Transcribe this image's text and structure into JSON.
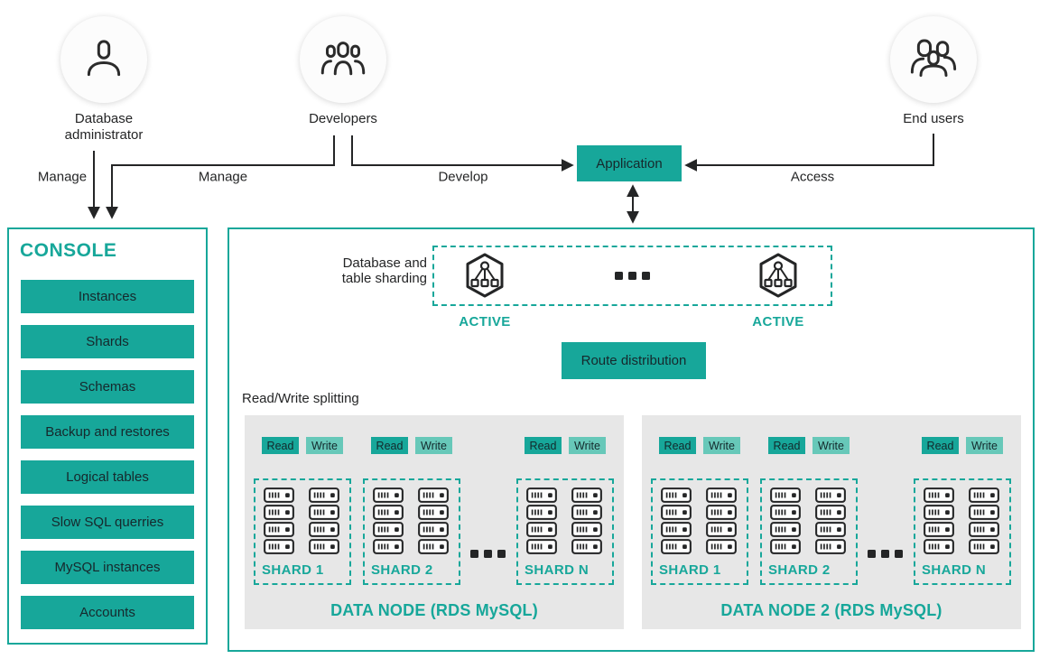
{
  "colors": {
    "teal": "#17A79A",
    "teal_light": "#67C8B9",
    "ink": "#242526",
    "node_bg": "#E7E7E7"
  },
  "actors": [
    {
      "label": "Database administrator"
    },
    {
      "label": "Developers"
    },
    {
      "label": "End users"
    }
  ],
  "edges": [
    {
      "label": "Manage"
    },
    {
      "label": "Manage"
    },
    {
      "label": "Develop"
    },
    {
      "label": "Access"
    }
  ],
  "application": {
    "label": "Application"
  },
  "console": {
    "title": "CONSOLE",
    "buttons": [
      "Instances",
      "Shards",
      "Schemas",
      "Backup and restores",
      "Logical tables",
      "Slow SQL querries",
      "MySQL instances",
      "Accounts"
    ]
  },
  "middleware": {
    "label": "Database and table sharding",
    "ellipsis": "...",
    "instances": [
      {
        "status": "ACTIVE"
      },
      {
        "status": "ACTIVE"
      }
    ]
  },
  "route": {
    "label": "Route distribution"
  },
  "read_write_splitting_label": "Read/Write splitting",
  "data_nodes": [
    {
      "title": "DATA NODE (RDS MySQL)",
      "ellipsis": "...",
      "shards": [
        {
          "name": "SHARD 1",
          "read": "Read",
          "write": "Write",
          "servers": 8
        },
        {
          "name": "SHARD 2",
          "read": "Read",
          "write": "Write",
          "servers": 8
        },
        {
          "name": "SHARD N",
          "read": "Read",
          "write": "Write",
          "servers": 8
        }
      ]
    },
    {
      "title": "DATA NODE 2 (RDS MySQL)",
      "ellipsis": "...",
      "shards": [
        {
          "name": "SHARD 1",
          "read": "Read",
          "write": "Write",
          "servers": 8
        },
        {
          "name": "SHARD 2",
          "read": "Read",
          "write": "Write",
          "servers": 8
        },
        {
          "name": "SHARD N",
          "read": "Read",
          "write": "Write",
          "servers": 8
        }
      ]
    }
  ]
}
